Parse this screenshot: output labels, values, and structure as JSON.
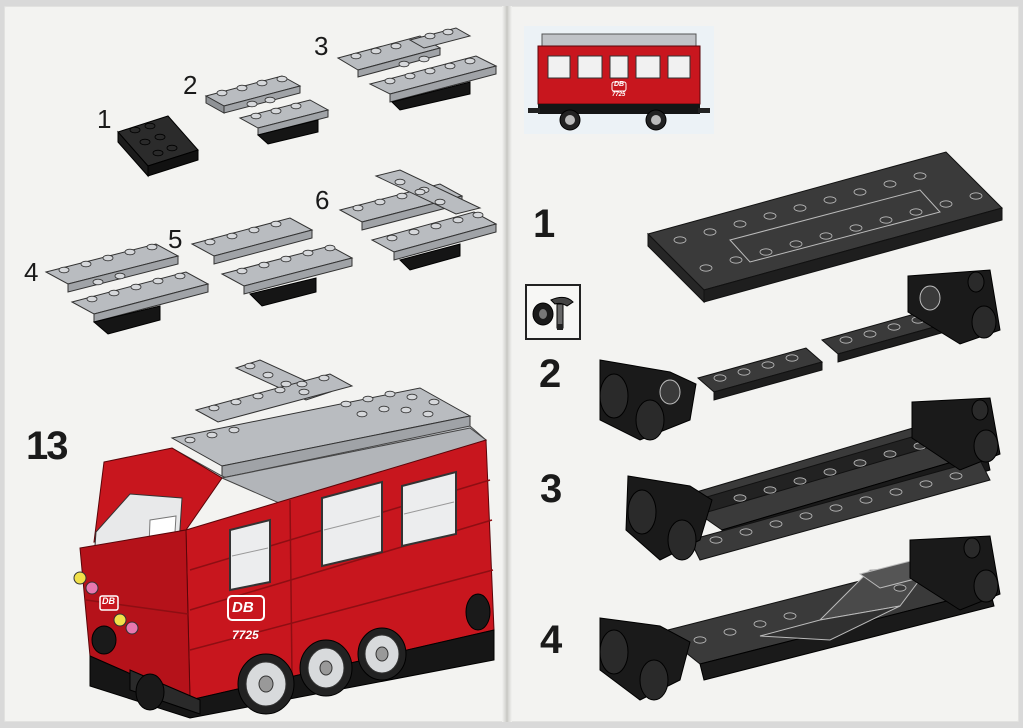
{
  "left_page": {
    "substep_labels": [
      "1",
      "2",
      "3",
      "4",
      "5",
      "6"
    ],
    "step_number": "13",
    "decal": {
      "logo": "DB",
      "number": "7725"
    }
  },
  "right_page": {
    "reference_image": {
      "logo": "DB",
      "number": "7725"
    },
    "step_labels": [
      "1",
      "2",
      "3",
      "4"
    ],
    "tool_icon": "brick-separator-icon"
  },
  "colors": {
    "page": "#f3f3f1",
    "red": "#c8161e",
    "dark_red": "#8e0e13",
    "light_gray": "#b9bcc0",
    "dark_gray": "#3a3a3a",
    "black": "#151515"
  }
}
